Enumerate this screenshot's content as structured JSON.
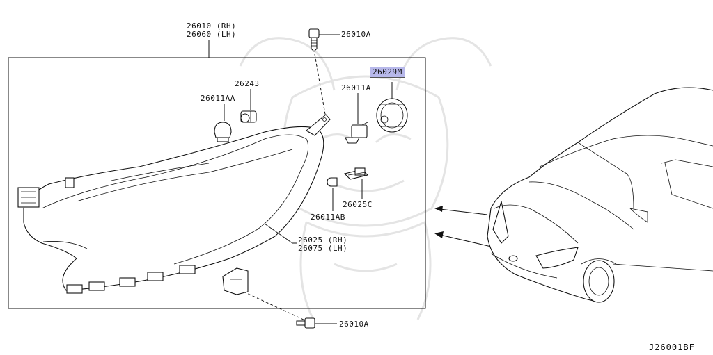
{
  "labels": {
    "housing_rh": "26010 (RH)",
    "housing_lh": "26060 (LH)",
    "screw_top": "26010A",
    "part_26029m": "26029M",
    "part_26243": "26243",
    "bulb_26011aa": "26011AA",
    "bulb_26011a": "26011A",
    "socket_26025c": "26025C",
    "bulb_26011ab": "26011AB",
    "lamp_rh": "26025 (RH)",
    "lamp_lh": "26075 (LH)",
    "screw_bottom": "26010A",
    "diagram_code": "J26001BF"
  },
  "highlight_color": "#b7b8ea"
}
